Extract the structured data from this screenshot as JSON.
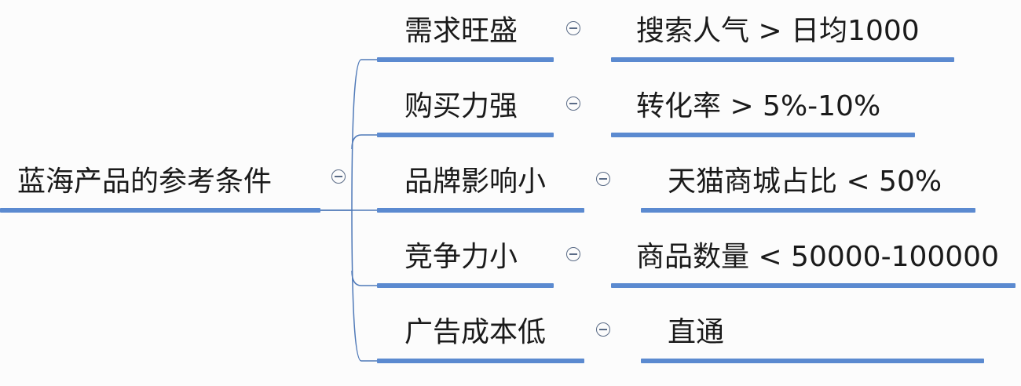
{
  "root": {
    "label": "蓝海产品的参考条件"
  },
  "branches": [
    {
      "label": "需求旺盛",
      "detail": "搜索人气 > 日均1000"
    },
    {
      "label": "购买力强",
      "detail": "转化率 > 5%-10%"
    },
    {
      "label": "品牌影响小",
      "detail": "天猫商城占比 < 50%"
    },
    {
      "label": "竞争力小",
      "detail": "商品数量 < 50000-100000"
    },
    {
      "label": "广告成本低",
      "detail": "直通"
    }
  ],
  "colors": {
    "line": "#5b8ad0",
    "connector": "#4f79b8",
    "toggle": "#5a6b86"
  },
  "icons": {
    "toggle": "collapse-minus-icon"
  }
}
